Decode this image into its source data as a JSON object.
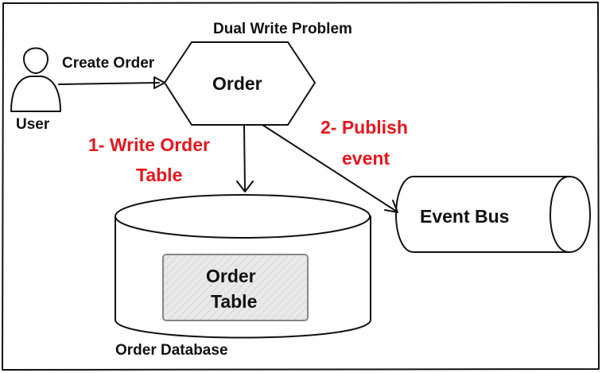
{
  "title": "Dual Write Problem",
  "user": {
    "label": "User"
  },
  "arrow_create": {
    "label": "Create Order"
  },
  "order_service": {
    "label": "Order"
  },
  "step_write": {
    "line1": "1- Write Order",
    "line2": "Table"
  },
  "step_publish": {
    "line1": "2- Publish",
    "line2": "event"
  },
  "event_bus": {
    "label": "Event Bus"
  },
  "database": {
    "label": "Order Database"
  },
  "table": {
    "line1": "Order",
    "line2": "Table"
  },
  "colors": {
    "step_text": "#e8161d",
    "ink": "#111111",
    "table_fill": "#e9e9e9"
  }
}
